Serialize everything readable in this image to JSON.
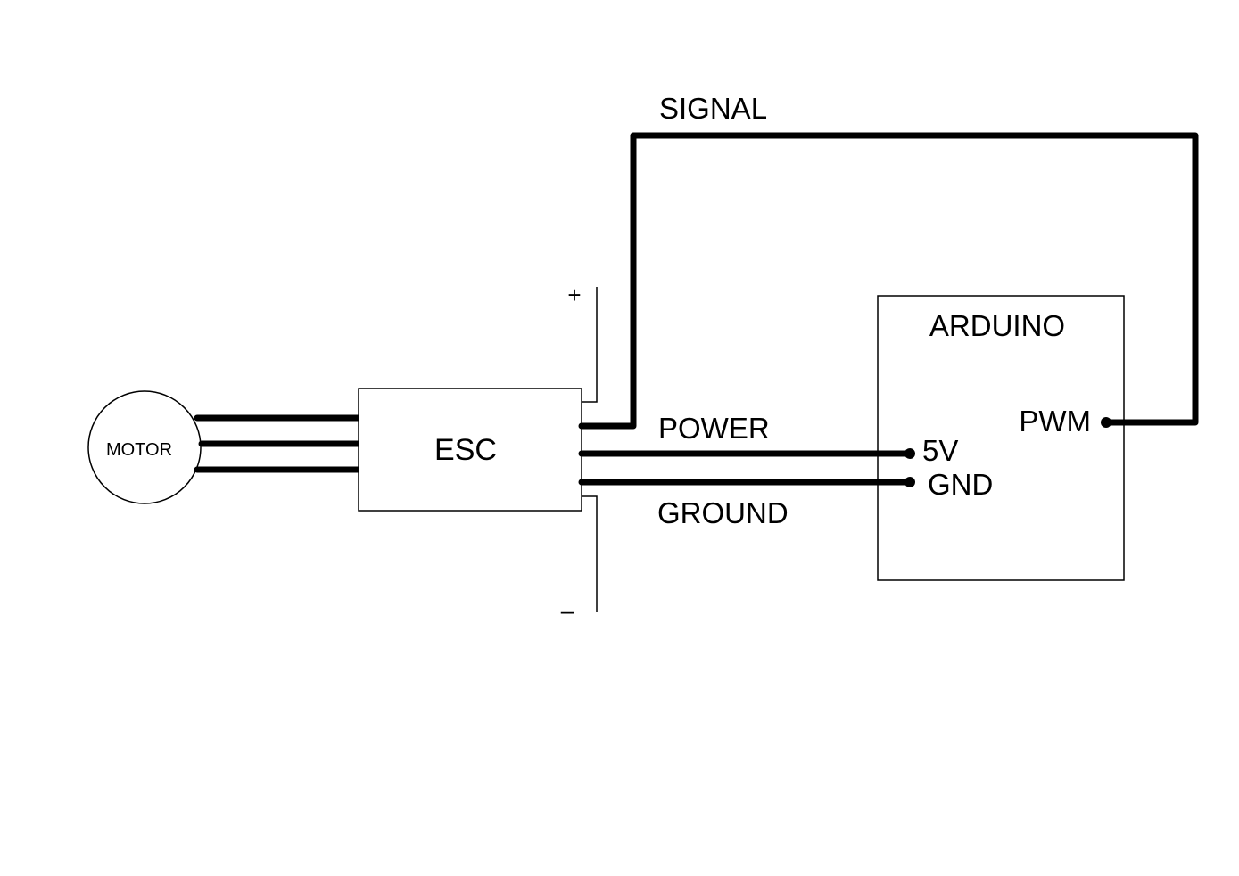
{
  "diagram": {
    "colors": {
      "line": "#000000",
      "background": "#ffffff"
    },
    "motor": {
      "label": "MOTOR"
    },
    "esc": {
      "label": "ESC"
    },
    "arduino": {
      "label": "ARDUINO",
      "pins": {
        "pwm": "PWM",
        "five_v": "5V",
        "gnd": "GND"
      }
    },
    "wires": {
      "signal": "SIGNAL",
      "power": "POWER",
      "ground": "GROUND"
    },
    "battery": {
      "plus": "+",
      "minus": "–"
    }
  }
}
